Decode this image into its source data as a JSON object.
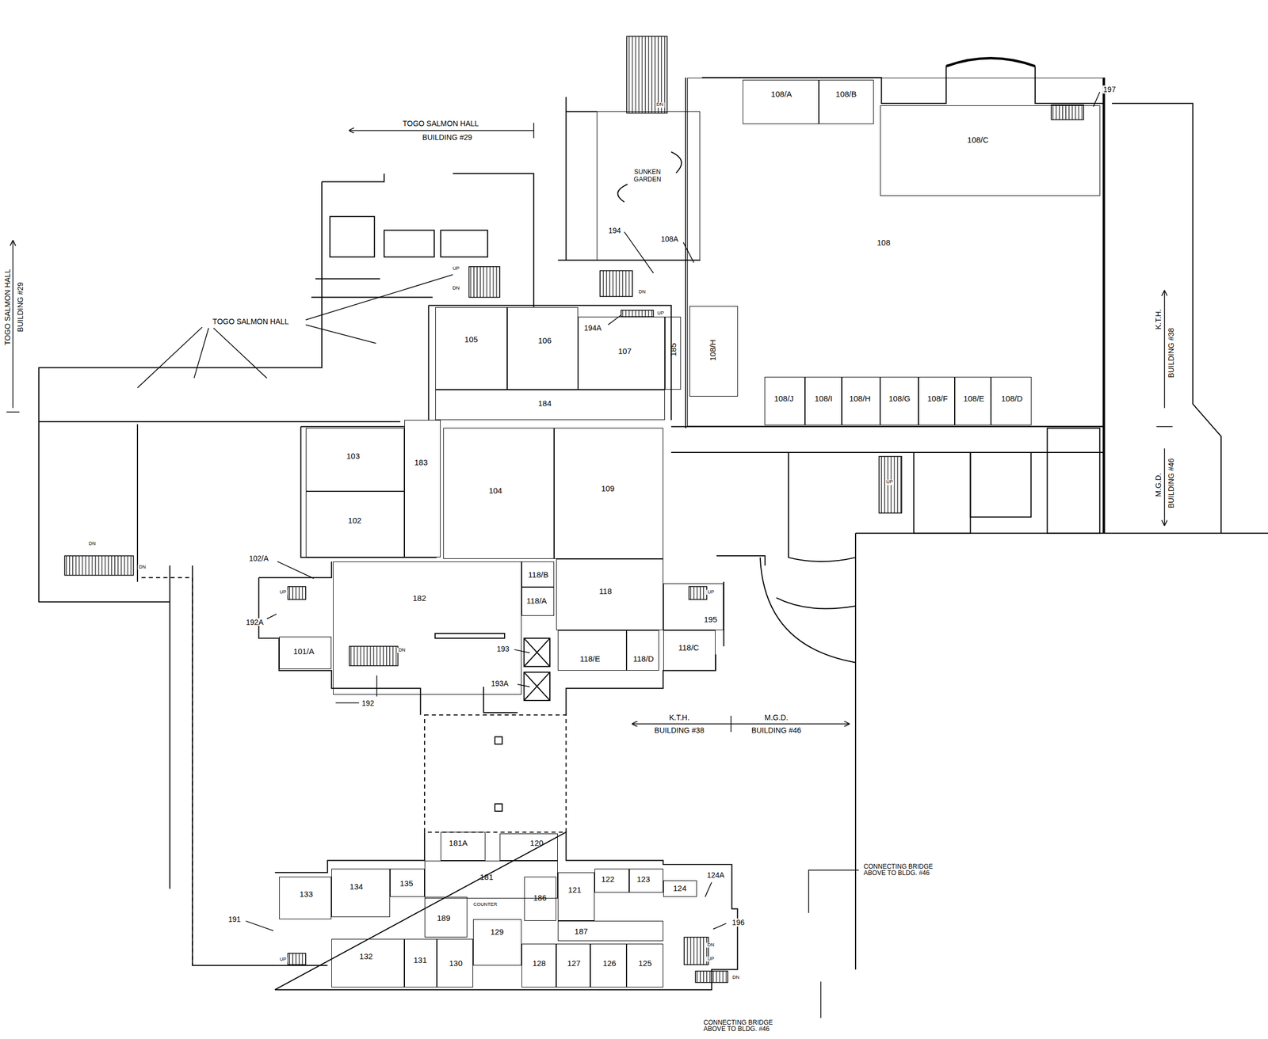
{
  "diagram": {
    "nodes": [
      {
        "text": [
          "108"
        ]
      },
      {
        "text": [
          "108/A"
        ],
        "in": 0
      },
      {
        "text": [
          "108/B"
        ],
        "in": 0
      },
      {
        "text": [
          "108/C"
        ],
        "in": 0
      },
      {
        "text": [
          "SUNKEN GARDEN"
        ]
      },
      {
        "text": [
          "105"
        ]
      },
      {
        "text": [
          "106"
        ]
      },
      {
        "text": [
          "107"
        ]
      },
      {
        "text": [
          "185"
        ]
      },
      {
        "text": [
          "108/H"
        ],
        "in": 0
      },
      {
        "text": [
          "184"
        ]
      },
      {
        "text": [
          "108/J"
        ],
        "in": 0
      },
      {
        "text": [
          "108/I"
        ],
        "in": 0
      },
      {
        "text": [
          "108/H"
        ],
        "in": 0
      },
      {
        "text": [
          "108/G"
        ],
        "in": 0
      },
      {
        "text": [
          "108/F"
        ],
        "in": 0
      },
      {
        "text": [
          "108/E"
        ],
        "in": 0
      },
      {
        "text": [
          "108/D"
        ],
        "in": 0
      },
      {
        "text": [
          "103"
        ]
      },
      {
        "text": [
          "183"
        ]
      },
      {
        "text": [
          "104"
        ]
      },
      {
        "text": [
          "109"
        ]
      },
      {
        "text": [
          "102"
        ]
      },
      {
        "text": [
          "182"
        ]
      },
      {
        "text": [
          "118/B"
        ]
      },
      {
        "text": [
          "118"
        ]
      },
      {
        "text": [
          "118/A"
        ]
      },
      {
        "text": [
          "195"
        ]
      },
      {
        "text": [
          "118/E"
        ]
      },
      {
        "text": [
          "118/D"
        ]
      },
      {
        "text": [
          "118/C"
        ]
      },
      {
        "text": [
          "101/A"
        ]
      },
      {
        "text": [
          "181A"
        ]
      },
      {
        "text": [
          "120"
        ]
      },
      {
        "text": [
          "181"
        ]
      },
      {
        "text": [
          "133"
        ]
      },
      {
        "text": [
          "134"
        ]
      },
      {
        "text": [
          "135"
        ]
      },
      {
        "text": [
          "122"
        ]
      },
      {
        "text": [
          "123"
        ]
      },
      {
        "text": [
          "124"
        ]
      },
      {
        "text": [
          "121"
        ]
      },
      {
        "text": [
          "186"
        ]
      },
      {
        "text": [
          "189"
        ]
      },
      {
        "text": [
          "187"
        ]
      },
      {
        "text": [
          "129"
        ]
      },
      {
        "text": [
          "132"
        ]
      },
      {
        "text": [
          "131"
        ]
      },
      {
        "text": [
          "130"
        ]
      },
      {
        "text": [
          "128"
        ]
      },
      {
        "text": [
          "127"
        ]
      },
      {
        "text": [
          "126"
        ]
      },
      {
        "text": [
          "125"
        ]
      }
    ],
    "labels": [
      "TOGO SALMON HALL",
      "BUILDING #29",
      "TOGO SALMON HALL",
      "BUILDING #29",
      "DN",
      "194",
      "108A",
      "UP",
      "DN",
      "DN",
      "UP",
      "TOGO SALMON HALL",
      "194A",
      "197",
      "K.T.H.",
      "BUILDING #38",
      "M.G.D.",
      "BUILDING #46",
      "UP",
      "DN",
      "DN",
      "102/A",
      "UP",
      "UP",
      "192A",
      "DN",
      "193",
      "193A",
      "192",
      "K.T.H.",
      "BUILDING #38",
      "M.G.D.",
      "BUILDING #46",
      "CONNECTING BRIDGE ABOVE TO BLDG. #46",
      "124A",
      "COUNTER",
      "191",
      "196",
      "DN",
      "UP",
      "UP",
      "DN",
      "CONNECTING BRIDGE ABOVE TO BLDG. #46"
    ]
  }
}
